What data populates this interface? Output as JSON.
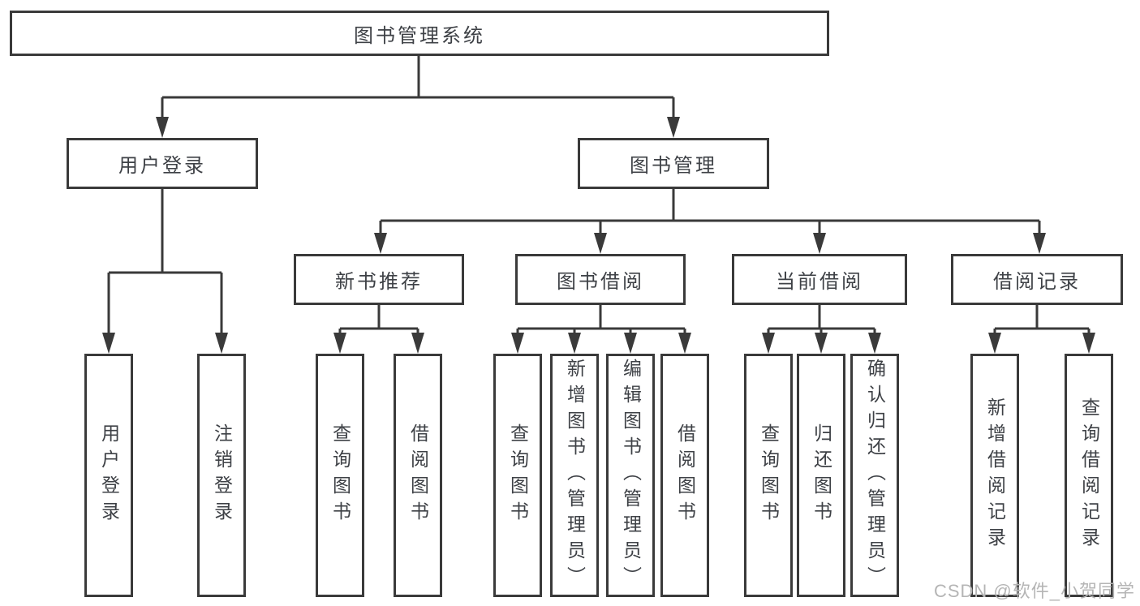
{
  "tree": {
    "root": "图书管理系统",
    "user_login": {
      "label": "用户登录",
      "children": [
        "用户登录",
        "注销登录"
      ]
    },
    "book_management": {
      "label": "图书管理",
      "sections": [
        {
          "label": "新书推荐",
          "children": [
            "查询图书",
            "借阅图书"
          ]
        },
        {
          "label": "图书借阅",
          "children": [
            "查询图书",
            "新增图书（管理员）",
            "编辑图书（管理员）",
            "借阅图书"
          ]
        },
        {
          "label": "当前借阅",
          "children": [
            "查询图书",
            "归还图书",
            "确认归还（管理员）"
          ]
        },
        {
          "label": "借阅记录",
          "children": [
            "新增借阅记录",
            "查询借阅记录"
          ]
        }
      ]
    }
  },
  "watermark": {
    "text": "CSDN @软件_小贺同学"
  },
  "colors": {
    "line": "#3a3a3a",
    "text": "#3e4146",
    "watermark": "#b5b5b5",
    "background": "#ffffff"
  }
}
